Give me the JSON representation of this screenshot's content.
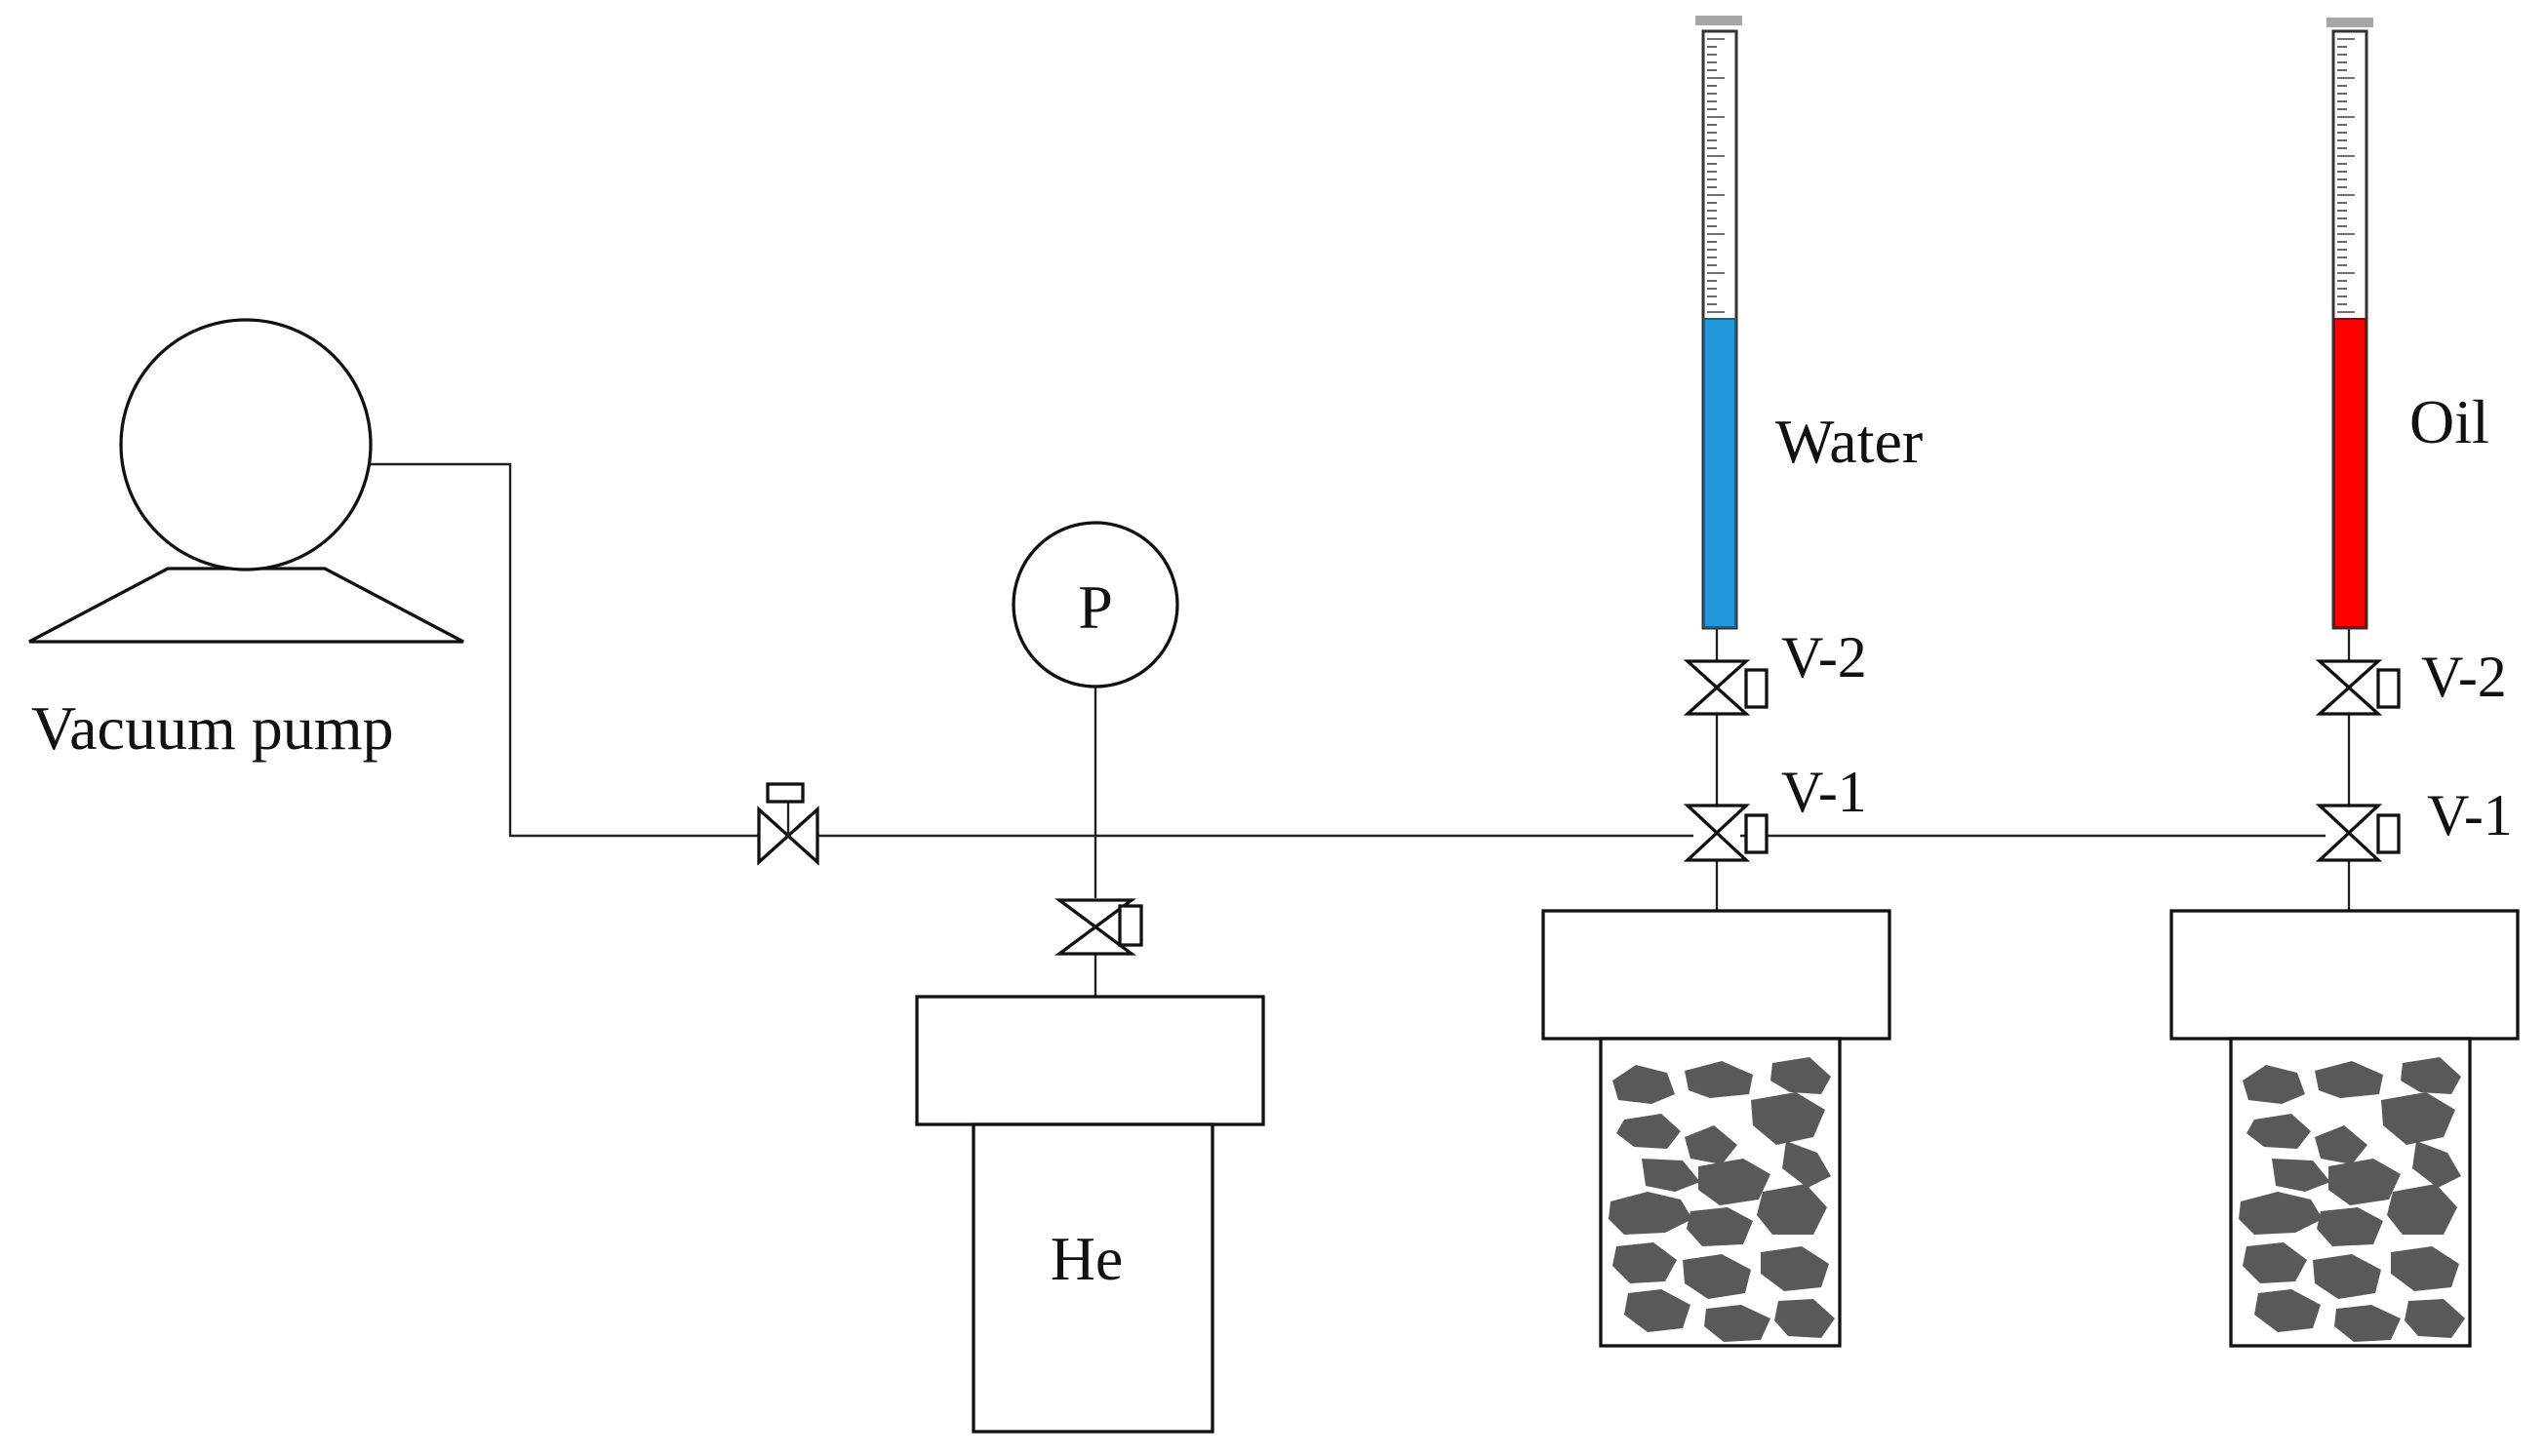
{
  "labels": {
    "vacuum_pump": "Vacuum pump",
    "pressure_gauge": "P",
    "helium_cylinder": "He",
    "water": "Water",
    "oil": "Oil",
    "water_valve_upper": "V-2",
    "water_valve_lower": "V-1",
    "oil_valve_upper": "V-2",
    "oil_valve_lower": "V-1"
  },
  "colors": {
    "water_fill": "#2196d8",
    "oil_fill": "#ff0000",
    "rock": "#595959",
    "tube_cap": "#a6a6a6"
  },
  "icons": [
    "vacuum-pump-icon",
    "pressure-gauge-icon",
    "valve-icon",
    "graduated-tube-icon",
    "helium-cylinder-icon",
    "sample-cell-icon"
  ]
}
